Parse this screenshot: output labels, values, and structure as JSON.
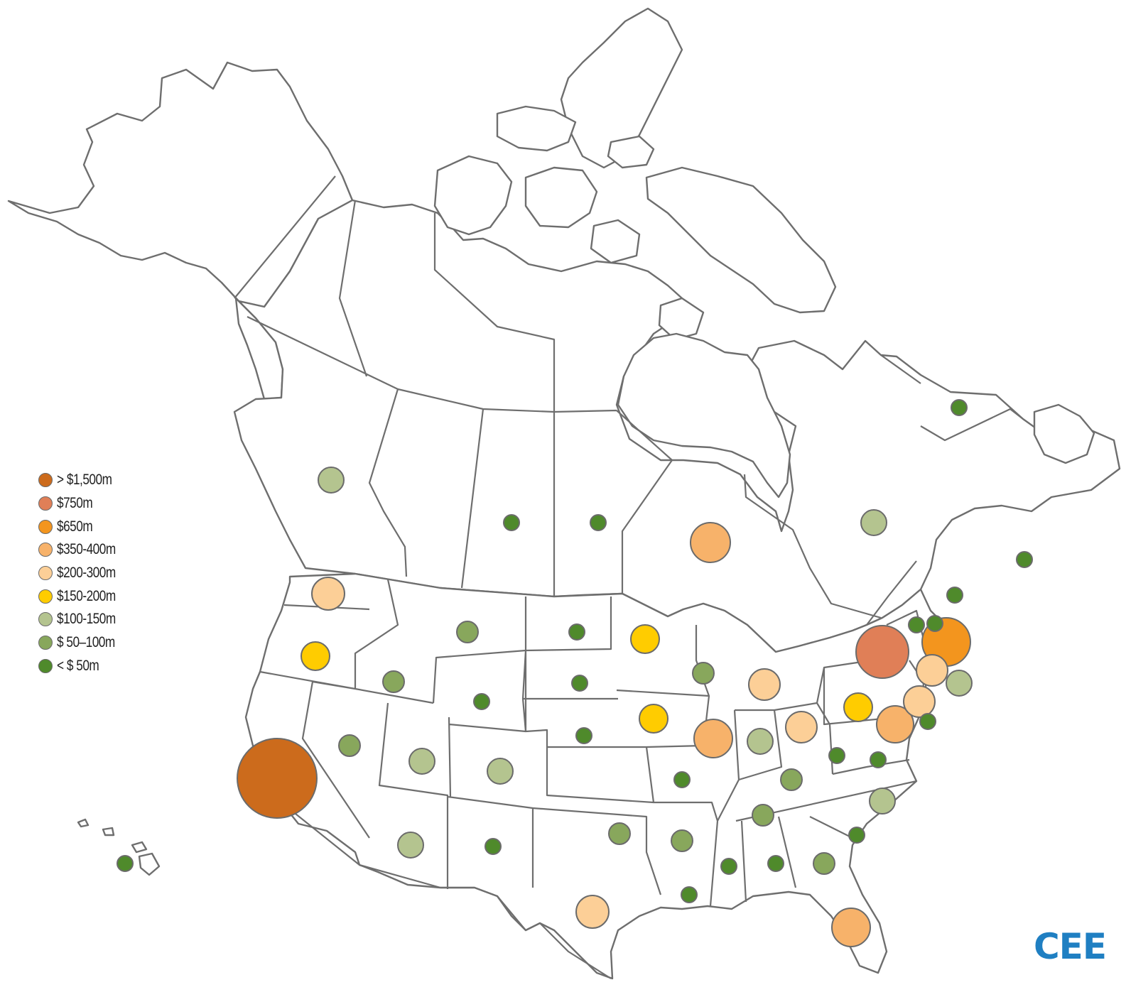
{
  "legend": {
    "items": [
      {
        "label": "> $1,500m",
        "color": "#cc6b1c"
      },
      {
        "label": "$750m",
        "color": "#e07f57"
      },
      {
        "label": "$650m",
        "color": "#f3951e"
      },
      {
        "label": "$350-400m",
        "color": "#f7b26a"
      },
      {
        "label": "$200-300m",
        "color": "#fccf97"
      },
      {
        "label": "$150-200m",
        "color": "#ffcc00"
      },
      {
        "label": "$100-150m",
        "color": "#b4c48f"
      },
      {
        "label": "$ 50–100m",
        "color": "#88a75c"
      },
      {
        "label": "< $ 50m",
        "color": "#4f8a2b"
      }
    ]
  },
  "brand": {
    "text": "CEE",
    "color": "#1f7fc2"
  }
}
